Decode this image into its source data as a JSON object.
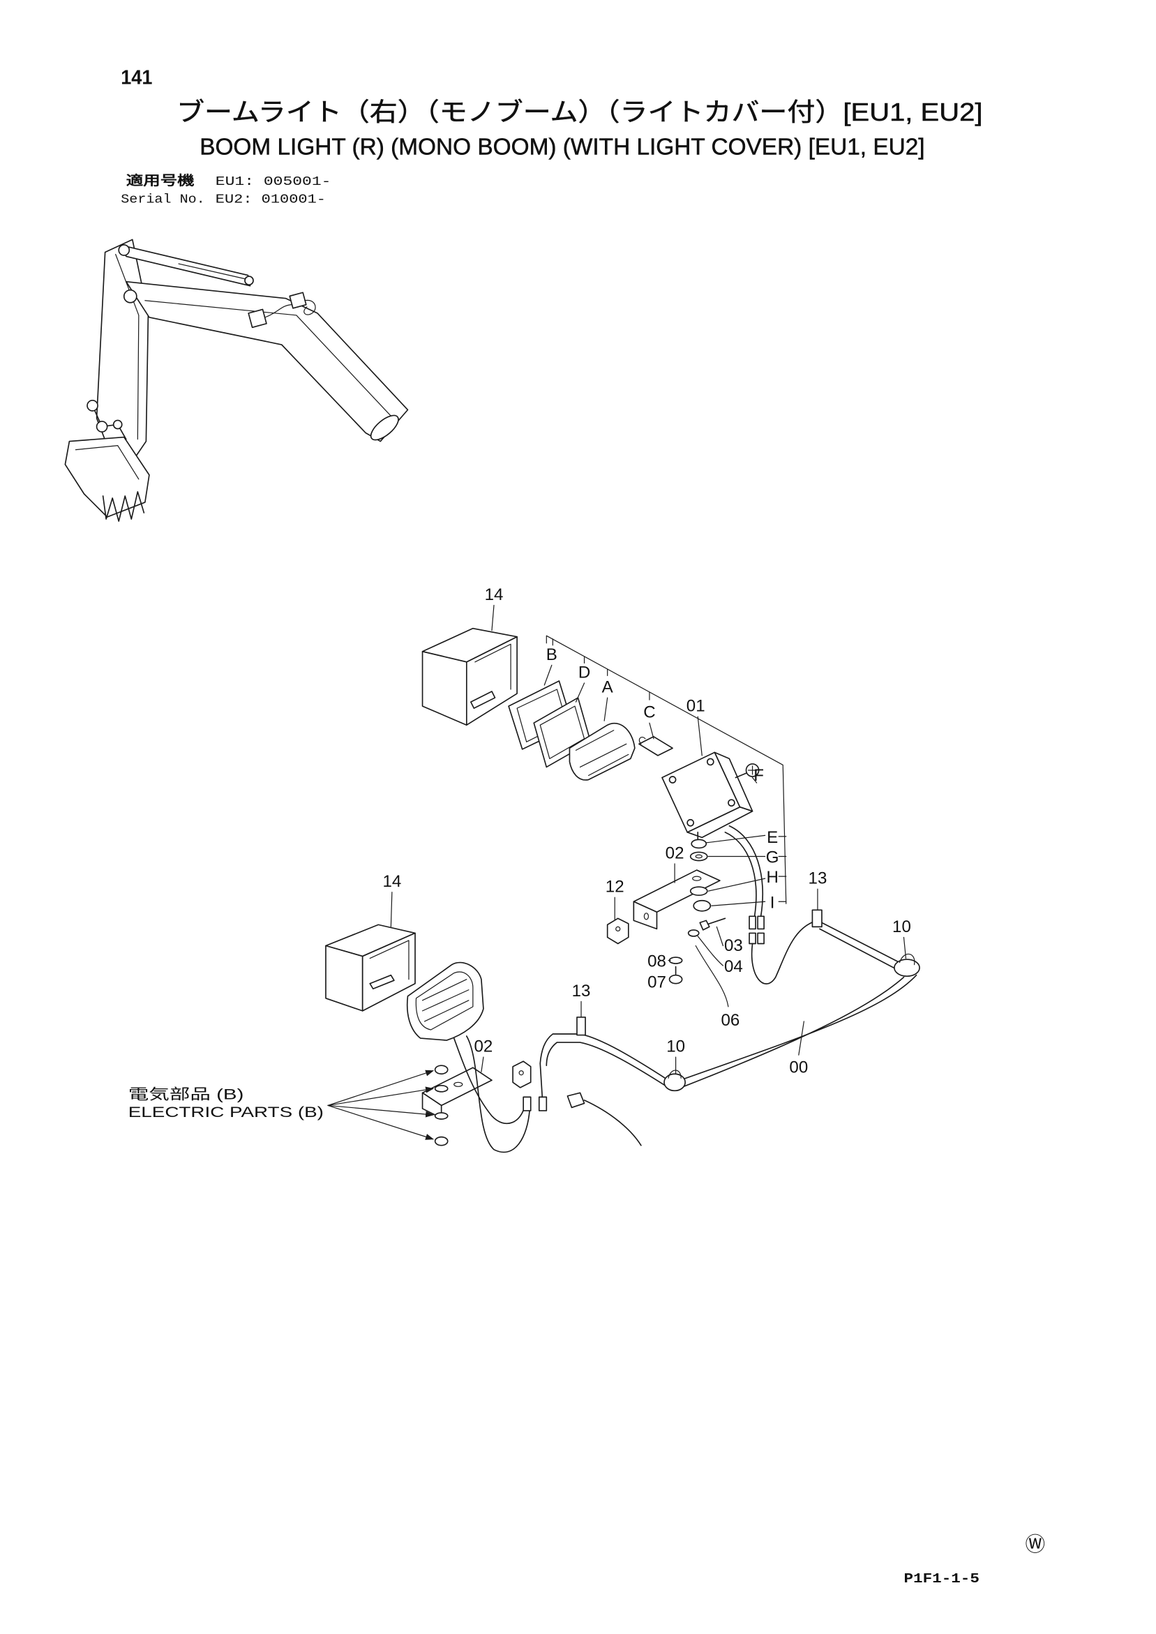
{
  "page_number": "141",
  "title_jp": "ブームライト（右）（モノブーム）（ライトカバー付）[EU1, EU2]",
  "title_en": "BOOM LIGHT (R) (MONO BOOM) (WITH LIGHT COVER) [EU1, EU2]",
  "serial": {
    "label_jp": "適用号機",
    "label_en": "Serial No.",
    "eu1": "EU1: 005001-",
    "eu2": "EU2: 010001-"
  },
  "callouts": {
    "cover_upper": "14",
    "gasket_b": "B",
    "gasket_d": "D",
    "lens_a": "A",
    "bulb_c": "C",
    "light_01": "01",
    "screw_f": "F",
    "nut_e": "E",
    "washer_g": "G",
    "bracket_02": "02",
    "washer_h": "H",
    "nut_i": "I",
    "block_12": "12",
    "clamp_13": "13",
    "clip_10": "10",
    "bolt_03": "03",
    "washer_04": "04",
    "washer_08": "08",
    "bolt_07": "07",
    "clamp_13_lower": "13",
    "harness_06": "06",
    "cover_lower": "14",
    "bracket_02_lower": "02",
    "clip_10_lower": "10",
    "harness_00": "00"
  },
  "electric_parts": {
    "jp": "電気部品 (B)",
    "en": "ELECTRIC PARTS (B)"
  },
  "footer": {
    "mark": "Ⓦ",
    "code": "P1F1-1-5"
  }
}
